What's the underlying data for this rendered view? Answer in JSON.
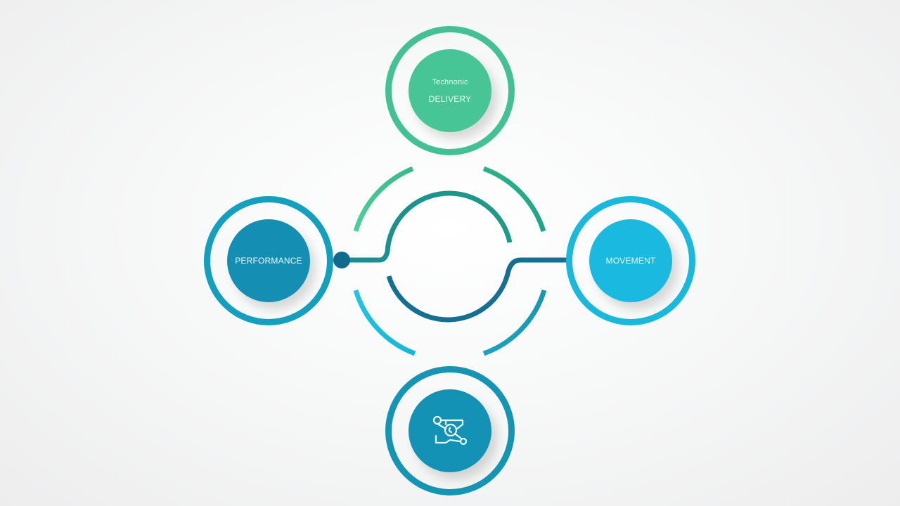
{
  "diagram": {
    "type": "hub-and-spoke",
    "colors": {
      "background": "#f4f5f5",
      "green": "#47c596",
      "teal_dark": "#148fb3",
      "cyan": "#1ab9df",
      "navy": "#0f6f91",
      "label_text": "#e9fbf7"
    },
    "nodes": {
      "top": {
        "line1": "Technonic",
        "line2": "DELIVERY"
      },
      "left": {
        "label": "PERFORMANCE"
      },
      "right": {
        "label": "MOVEMENT"
      },
      "bottom": {
        "icon": "network-nodes-icon"
      }
    },
    "hub": {
      "outer_ring_segments": 4,
      "inner_ring": "split-s-curve",
      "connector_dot": "left"
    }
  }
}
